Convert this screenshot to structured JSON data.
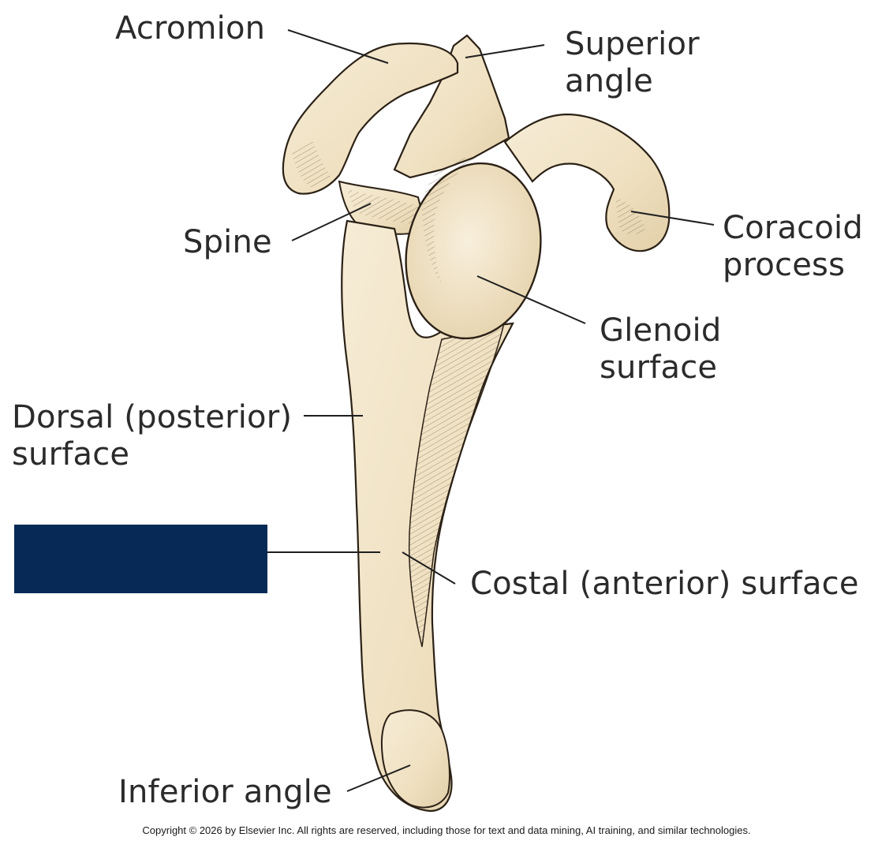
{
  "labels": {
    "acromion": "Acromion",
    "superior_angle": [
      "Superior",
      "angle"
    ],
    "spine": "Spine",
    "coracoid_process": [
      "Coracoid",
      "process"
    ],
    "glenoid_surface": [
      "Glenoid",
      "surface"
    ],
    "dorsal_surface": [
      "Dorsal (posterior)",
      "surface"
    ],
    "costal_surface": "Costal (anterior) surface",
    "inferior_angle": "Inferior angle"
  },
  "hidden_label_color": "#062a55",
  "copyright": "Copyright © 2026 by Elsevier Inc. All rights are reserved, including those for text and data mining, AI training, and similar technologies."
}
